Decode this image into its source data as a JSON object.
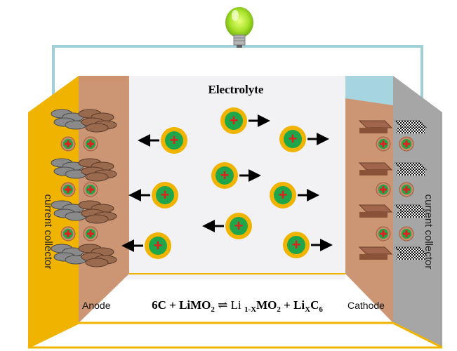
{
  "labels": {
    "electrolyte": "Electrolyte",
    "anode": "Anode",
    "cathode": "Cathode",
    "current_collector_left": "current collector",
    "current_collector_right": "current collector"
  },
  "equation": {
    "part1": "6C + LiMO",
    "sub1": "2",
    "arrow": " ⇌ ",
    "part2": "Li ",
    "sub2": "1-X",
    "part3": "MO",
    "sub3": "2",
    "part4": " + Li",
    "sub4": "X",
    "part5": "C",
    "sub5": "6"
  },
  "ion_symbol": "+",
  "ions": [
    {
      "direction": "right"
    },
    {
      "direction": "left"
    },
    {
      "direction": "right"
    },
    {
      "direction": "right"
    },
    {
      "direction": "left"
    },
    {
      "direction": "right"
    },
    {
      "direction": "left"
    },
    {
      "direction": "left"
    },
    {
      "direction": "right"
    }
  ],
  "colors": {
    "current_collector_left": "#f0b400",
    "current_collector_right": "#a6a6a6",
    "anode": "#c9906e",
    "cathode": "#c9906e",
    "electrolyte": "#f2f2f4",
    "cathode_top": "#a6d5e0",
    "wire": "#9fd0d8",
    "ion_outer": "#f0b400",
    "ion_middle": "#1fa64b",
    "ion_plus": "#e0201c",
    "bulb": "#a8e22a",
    "frame": "#f0b400"
  }
}
